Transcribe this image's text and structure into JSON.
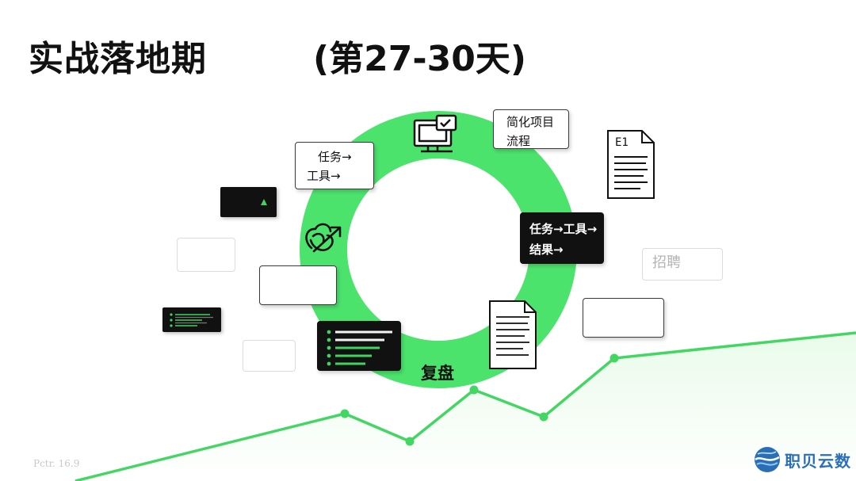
{
  "header": {
    "title": "实战落地期",
    "subtitle": "(第27-30天)"
  },
  "cards": {
    "task_tool": {
      "line1": "任务→",
      "line2": "工具→"
    },
    "simplify": {
      "line1": "简化项目",
      "line2": "流程"
    },
    "task_tool_result": {
      "line1": "任务→工具→",
      "line2": "结果→"
    },
    "recruit": {
      "text": "招聘"
    }
  },
  "doc": {
    "label": "E1"
  },
  "ring": {
    "label": "复盘"
  },
  "footnote": {
    "text": "Pctr. 16.9"
  },
  "brand": {
    "name": "职贝云数"
  },
  "colors": {
    "ring": "#4ce36d",
    "trend_line": "#43d662",
    "card_border": "#3a3a3a",
    "dark_card": "#111111",
    "brand_blue": "#2a6fb6"
  },
  "icons": [
    "monitor-check-icon",
    "refresh-arrows-icon",
    "document-icon",
    "brand-globe-icon"
  ]
}
